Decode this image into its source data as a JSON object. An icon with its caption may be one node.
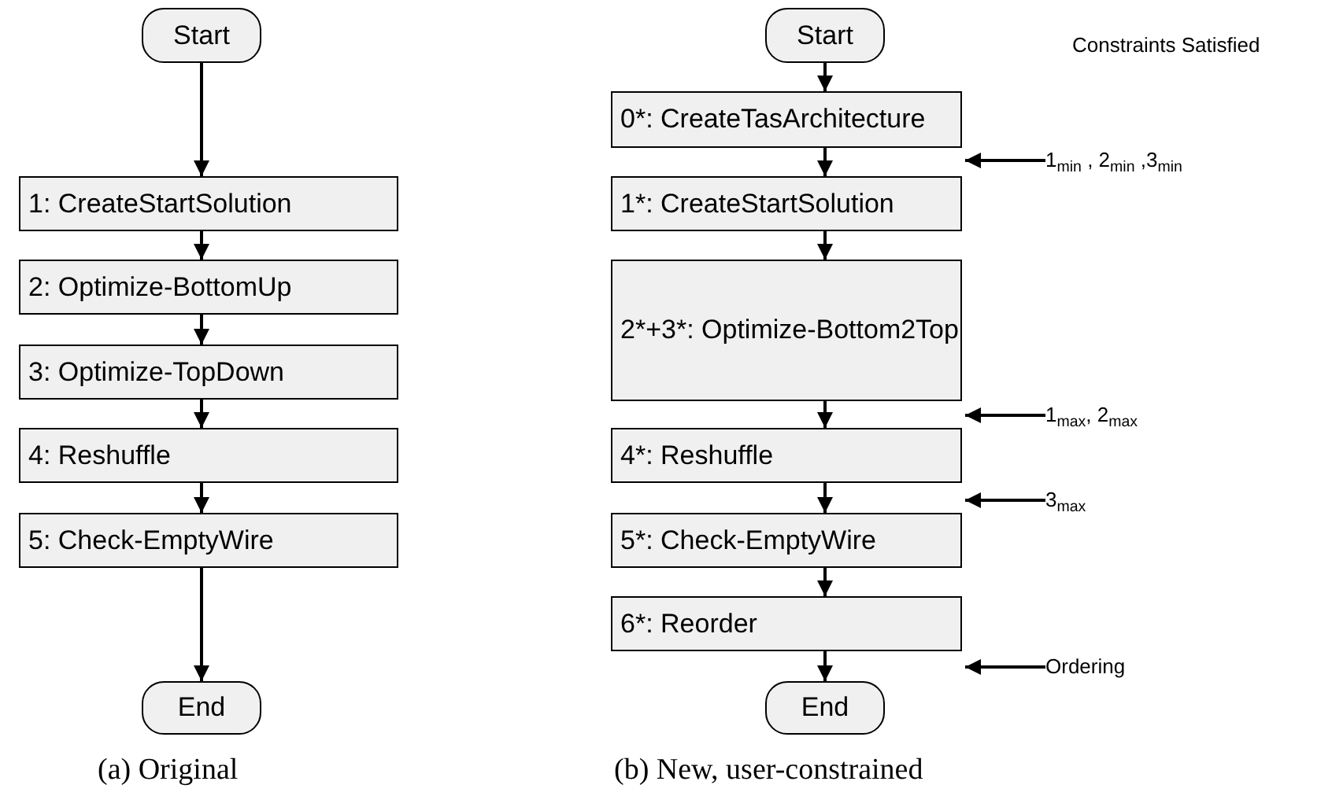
{
  "diagram": {
    "nodes": [
      {
        "text": [
          "Start"
        ]
      },
      {
        "text": [
          "1: CreateStartSolution"
        ]
      },
      {
        "text": [
          "2: Optimize-BottomUp"
        ]
      },
      {
        "text": [
          "3: Optimize-TopDown"
        ]
      },
      {
        "text": [
          "4: Reshuffle"
        ]
      },
      {
        "text": [
          "5: Check-EmptyWire"
        ]
      },
      {
        "text": [
          "End"
        ]
      },
      {
        "text": [
          "Start"
        ]
      },
      {
        "text": [
          "0*: CreateTasArchitecture"
        ]
      },
      {
        "text": [
          "1*: CreateStartSolution"
        ]
      },
      {
        "text": [
          "2*+3*: Optimize-Bottom2Top"
        ]
      },
      {
        "text": [
          "4*: Reshuffle"
        ]
      },
      {
        "text": [
          "5*: Check-EmptyWire"
        ]
      },
      {
        "text": [
          "6*: Reorder"
        ]
      },
      {
        "text": [
          "End"
        ]
      },
      {
        "text": [
          "1$_{min}$ , 2$_{min}$ ,3$_{min}$"
        ]
      },
      {
        "text": [
          "1$_{max}$, 2$_{max}$"
        ]
      },
      {
        "text": [
          "3$_{max}$"
        ]
      },
      {
        "text": [
          "Ordering"
        ]
      }
    ],
    "edges": [
      {
        "from": 0,
        "to": 1,
        "arrow": "to"
      },
      {
        "from": 1,
        "to": 2,
        "arrow": "to"
      },
      {
        "from": 2,
        "to": 3,
        "arrow": "to"
      },
      {
        "from": 3,
        "to": 4,
        "arrow": "to"
      },
      {
        "from": 4,
        "to": 5,
        "arrow": "to"
      },
      {
        "from": 5,
        "to": 6,
        "arrow": "to"
      },
      {
        "from": 7,
        "to": 8,
        "arrow": "to"
      },
      {
        "from": 8,
        "to": 9,
        "arrow": "to"
      },
      {
        "from": 9,
        "to": 10,
        "arrow": "to"
      },
      {
        "from": 10,
        "to": 11,
        "arrow": "to"
      },
      {
        "from": 11,
        "to": 12,
        "arrow": "to"
      },
      {
        "from": 12,
        "to": 13,
        "arrow": "to"
      },
      {
        "from": 13,
        "to": 14,
        "arrow": "to"
      },
      {
        "from": 15,
        "to": 9,
        "arrow": "to"
      },
      {
        "from": 16,
        "to": 11,
        "arrow": "to"
      },
      {
        "from": 17,
        "to": 11,
        "arrow": "to"
      },
      {
        "from": 18,
        "to": 13,
        "arrow": "to"
      }
    ],
    "labels": [
      "Constraints Satisfied",
      "(a) Original",
      "(b) New, user-constrained"
    ]
  }
}
